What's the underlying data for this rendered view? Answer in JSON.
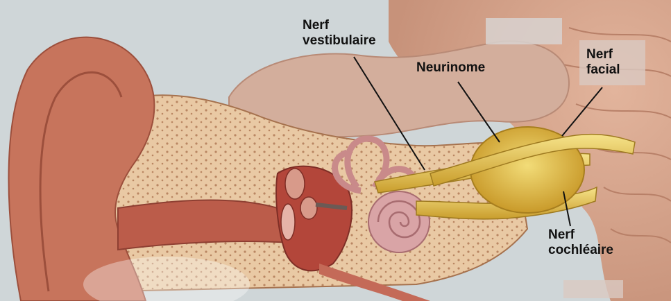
{
  "labels": {
    "nerf_vestibulaire": {
      "line1": "Nerf",
      "line2": "vestibulaire"
    },
    "neurinome": "Neurinome",
    "nerf_facial": {
      "line1": "Nerf",
      "line2": "facial"
    },
    "nerf_cochleaire": {
      "line1": "Nerf",
      "line2": "cochléaire"
    }
  },
  "colors": {
    "background": "#cdd6d9",
    "skin": "#c9765e",
    "bone": "#e8c9a0",
    "bone_dots": "#b07a52",
    "nerve": "#e6c64a",
    "tumor": "#d9b43a",
    "cochlea": "#d8a0a0",
    "brain": "#d7a58c"
  }
}
